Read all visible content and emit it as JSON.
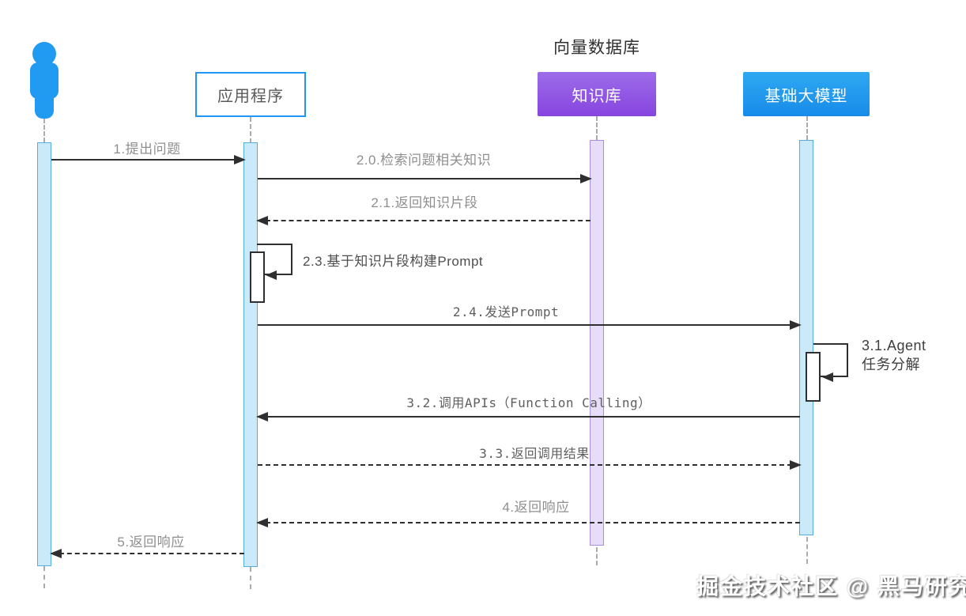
{
  "diagram": {
    "type": "sequence-diagram",
    "group_title_above_kb": "向量数据库",
    "participants": [
      {
        "id": "user",
        "type": "actor",
        "label": ""
      },
      {
        "id": "app",
        "type": "box",
        "label": "应用程序"
      },
      {
        "id": "kb",
        "type": "box",
        "label": "知识库",
        "group": "向量数据库"
      },
      {
        "id": "model",
        "type": "box",
        "label": "基础大模型"
      }
    ],
    "messages": [
      {
        "id": "1",
        "label": "1.提出问题",
        "from": "user",
        "to": "app",
        "line": "solid"
      },
      {
        "id": "2.0",
        "label": "2.0.检索问题相关知识",
        "from": "app",
        "to": "kb",
        "line": "solid"
      },
      {
        "id": "2.1",
        "label": "2.1.返回知识片段",
        "from": "kb",
        "to": "app",
        "line": "dashed"
      },
      {
        "id": "2.3",
        "label": "2.3.基于知识片段构建Prompt",
        "from": "app",
        "to": "app",
        "line": "self"
      },
      {
        "id": "2.4",
        "label": "2.4.发送Prompt",
        "from": "app",
        "to": "model",
        "line": "solid"
      },
      {
        "id": "3.1",
        "label": "3.1.Agent",
        "label2": "任务分解",
        "from": "model",
        "to": "model",
        "line": "self"
      },
      {
        "id": "3.2",
        "label": "3.2.调用APIs（Function Calling）",
        "from": "model",
        "to": "app",
        "line": "solid"
      },
      {
        "id": "3.3",
        "label": "3.3.返回调用结果",
        "from": "app",
        "to": "model",
        "line": "dashed"
      },
      {
        "id": "4",
        "label": "4.返回响应",
        "from": "model",
        "to": "app",
        "line": "dashed"
      },
      {
        "id": "5",
        "label": "5.返回响应",
        "from": "app",
        "to": "user",
        "line": "dashed"
      }
    ],
    "watermark": "掘金技术社区 @ 黑马研究院",
    "colors": {
      "actor_blue": "#219BF2",
      "app_box_border": "#2196F3",
      "kb_box_gradient": [
        "#9D6CE9",
        "#8745DF"
      ],
      "model_box_gradient": [
        "#2FA9F2",
        "#178BE9"
      ],
      "activation_blue_fill": "#CBEAF9",
      "activation_blue_border": "#54AEDC",
      "activation_purple_fill": "#E8DDF8",
      "activation_purple_border": "#A98FD9",
      "arrow_color": "#2f2f2f",
      "label_gray": "#8f8f8f"
    }
  }
}
